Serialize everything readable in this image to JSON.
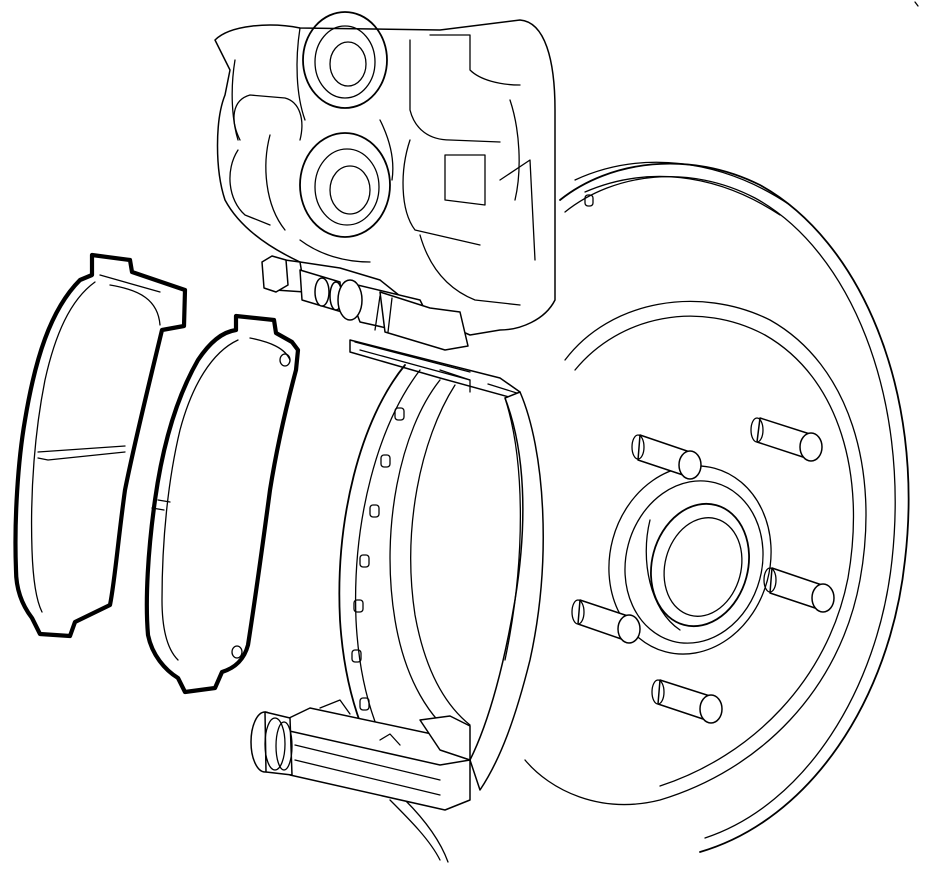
{
  "diagram": {
    "components": [
      {
        "id": "rotor",
        "icon": "brake-rotor-icon"
      },
      {
        "id": "hub",
        "icon": "wheel-hub-icon",
        "stud_count": 5
      },
      {
        "id": "caliper",
        "icon": "caliper-housing-icon"
      },
      {
        "id": "caliper_bracket",
        "icon": "caliper-bracket-icon"
      },
      {
        "id": "guide_pin_upper",
        "icon": "guide-pin-icon"
      },
      {
        "id": "guide_pin_lower",
        "icon": "guide-pin-icon"
      },
      {
        "id": "outer_brake_pad",
        "icon": "brake-pad-icon",
        "highlighted": true
      },
      {
        "id": "inner_brake_pad",
        "icon": "brake-pad-icon",
        "highlighted": true
      }
    ],
    "colors": {
      "line": "#000000",
      "background": "#ffffff"
    }
  }
}
